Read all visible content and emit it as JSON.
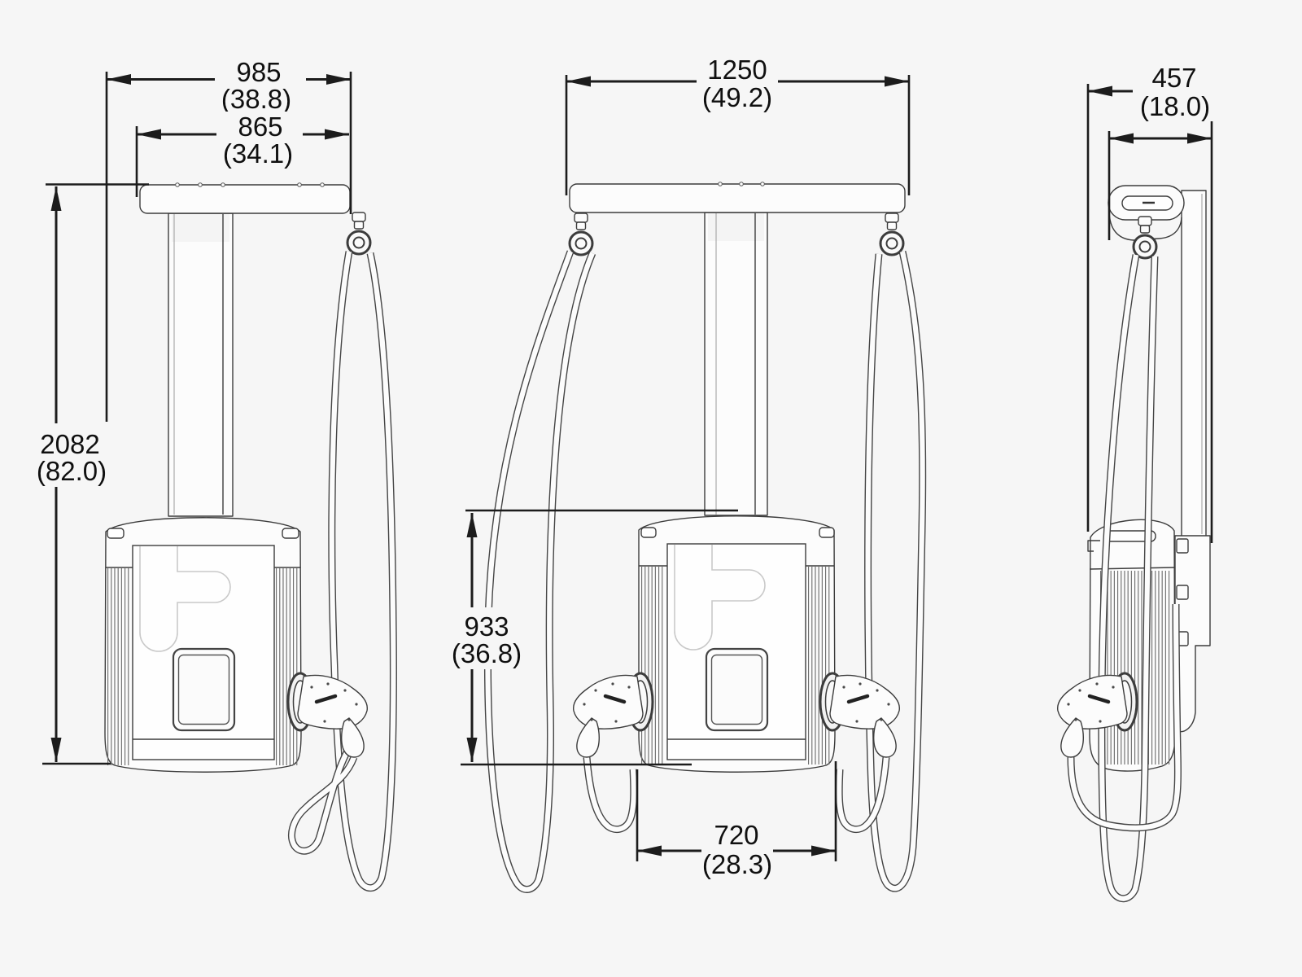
{
  "colors": {
    "background": "#f6f6f6",
    "artwork_line": "#3c3c3c",
    "dimension_line": "#1c1c1c",
    "text": "#101010",
    "logo_line": "#c9c9c9"
  },
  "drawing": {
    "kind": "dimensioned-orthographic-views",
    "subject": "dual-cable EV charging station with overhead cable-management bar",
    "views": [
      "front",
      "rear",
      "side"
    ]
  },
  "dimensions": {
    "front_overall_width": {
      "mm": "985",
      "inches": "(38.8)"
    },
    "front_bar_width": {
      "mm": "865",
      "inches": "(34.1)"
    },
    "overall_height": {
      "mm": "2082",
      "inches": "(82.0)"
    },
    "rear_overall_width": {
      "mm": "1250",
      "inches": "(49.2)"
    },
    "body_height": {
      "mm": "933",
      "inches": "(36.8)"
    },
    "body_width": {
      "mm": "720",
      "inches": "(28.3)"
    },
    "side_depth": {
      "mm": "457",
      "inches": "(18.0)"
    }
  }
}
